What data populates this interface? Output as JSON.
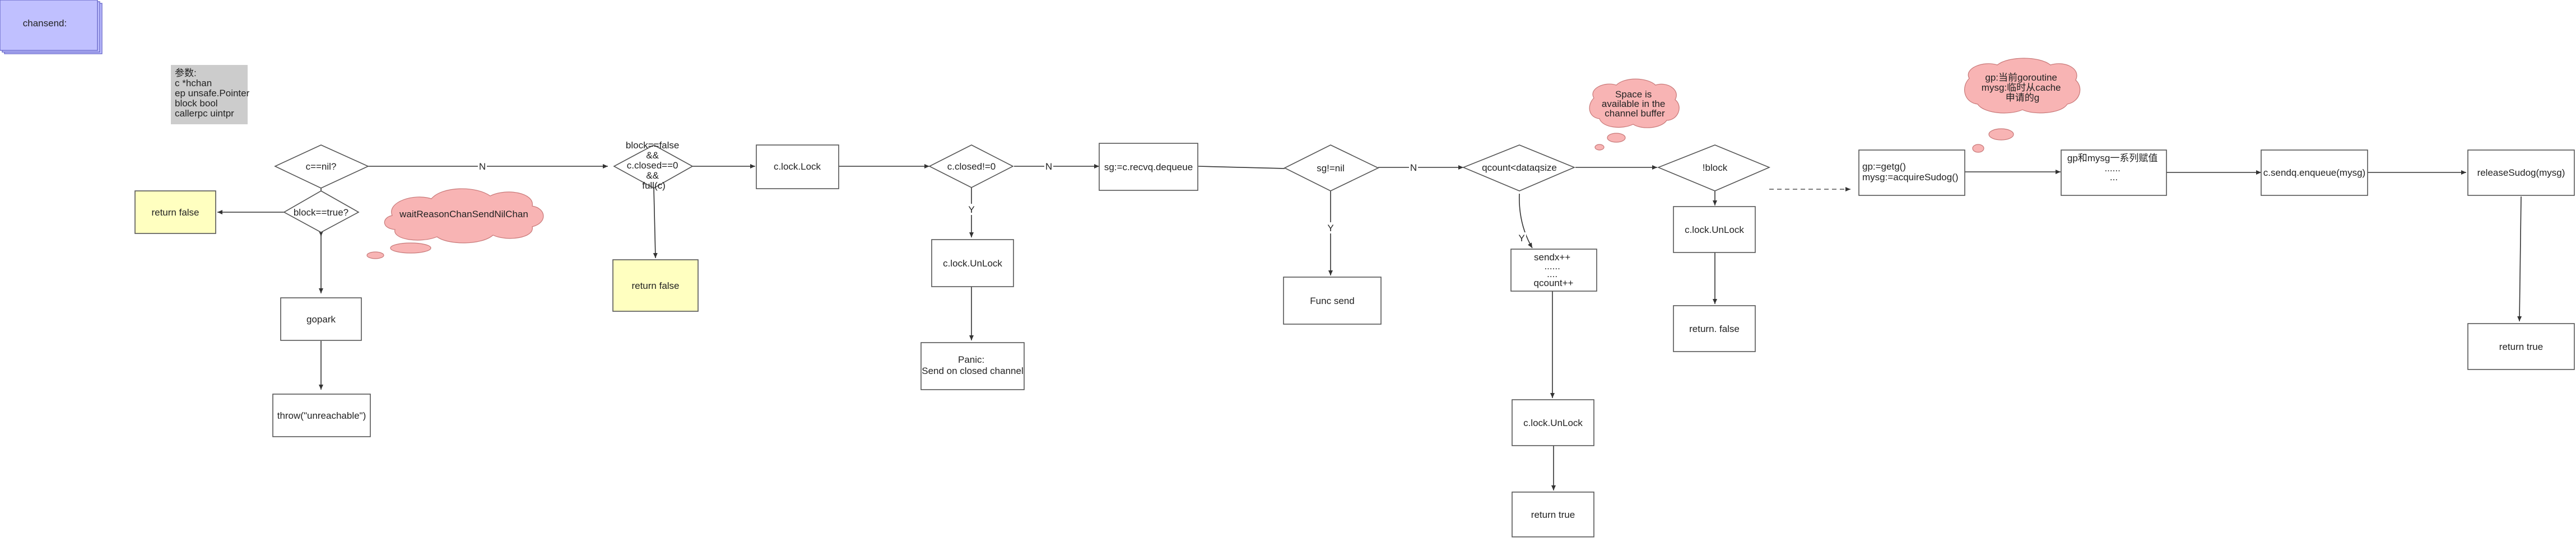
{
  "title": "chansend:",
  "params": [
    "参数:",
    "c *hchan",
    "ep unsafe.Pointer",
    "block bool",
    "callerpc uintpr"
  ],
  "nodes": {
    "c_nil": "c==nil?",
    "block_true": "block==true?",
    "return_false_1": "return false",
    "gopark": "gopark",
    "throw": "throw(\"unreachable\")",
    "fast_path": [
      "block==false",
      "&&",
      "c.closed==0",
      "&&",
      "full(c)"
    ],
    "return_false_2": "return false",
    "lock": "c.lock.Lock",
    "closed_check": "c.closed!=0",
    "unlock_1": "c.lock.UnLock",
    "panic": [
      "Panic:",
      "Send on closed channel"
    ],
    "dequeue": "sg:=c.recvq.dequeue",
    "sg_nil": "sg!=nil",
    "func_send": "Func send",
    "qcount": "qcount<dataqsize",
    "sendx": [
      "sendx++",
      "......",
      "....",
      "qcount++"
    ],
    "unlock_2": "c.lock.UnLock",
    "return_true_1": "return true",
    "not_block": "!block",
    "unlock_3": "c.lock.UnLock",
    "return_false_3": "return. false",
    "getg": [
      "gp:=getg()",
      "mysg:=acquireSudog()"
    ],
    "assign": [
      "gp和mysg一系列赋值",
      "......",
      "..."
    ],
    "enqueue": "c.sendq.enqueue(mysg)",
    "release": "releaseSudog(mysg)",
    "return_true_2": "return true"
  },
  "clouds": {
    "wait_reason": "waitReasonChanSendNilChan",
    "space": [
      "Space is",
      "available in the",
      "channel buffer"
    ],
    "gp": [
      "gp:当前goroutine",
      "mysg:临时从cache",
      "申请的g"
    ]
  },
  "edge_labels": {
    "yes": "Y",
    "no": "N"
  }
}
